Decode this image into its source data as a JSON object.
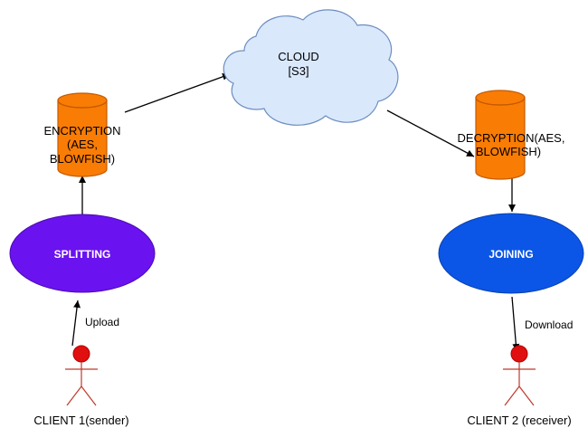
{
  "colors": {
    "cylinder_fill": "#f97c05",
    "cylinder_stroke": "#c55a00",
    "cloud_fill": "#dae8fc",
    "cloud_stroke": "#6c8ebf",
    "splitting_fill": "#6a12f0",
    "joining_fill": "#0b56e6",
    "actor_head": "#e01010",
    "actor_body": "#c0392b",
    "edge": "#000000"
  },
  "cloud": {
    "line1": "CLOUD",
    "line2": "[S3]"
  },
  "encryption": {
    "line1": "ENCRYPTION",
    "line2": "(AES,",
    "line3": "BLOWFISH)"
  },
  "decryption": {
    "line1": "DECRYPTION(AES,",
    "line2": "BLOWFISH)"
  },
  "splitting": {
    "label": "SPLITTING"
  },
  "joining": {
    "label": "JOINING"
  },
  "edges": {
    "upload_label": "Upload",
    "download_label": "Download"
  },
  "actors": {
    "client1": {
      "label": "CLIENT 1(sender)",
      "icon": "stick-figure-icon"
    },
    "client2": {
      "label": "CLIENT 2 (receiver)",
      "icon": "stick-figure-icon"
    }
  }
}
